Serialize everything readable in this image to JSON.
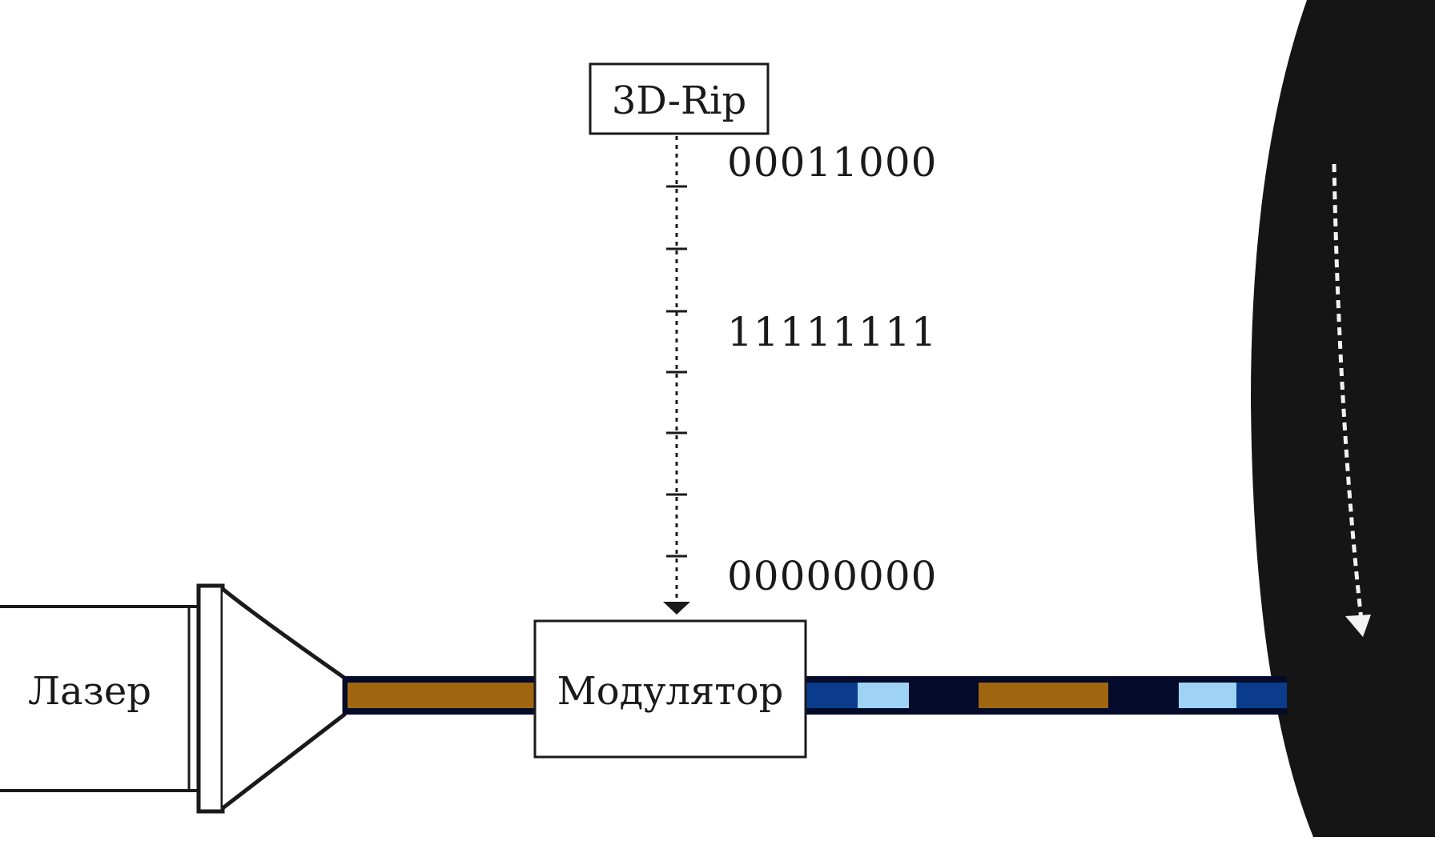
{
  "diagram": {
    "rip_label": "3D-Rip",
    "codes": [
      "00011000",
      "11111111",
      "00000000"
    ],
    "modulator_label": "Модулятор",
    "laser_label": "Лазер",
    "colors": {
      "beam_unmodulated": "#a0660f",
      "beam_dark": "#030a2a",
      "beam_blue": "#0b3c8c",
      "beam_light_blue": "#9fd3f5",
      "drum": "#151515",
      "outline": "#1a1a1a"
    },
    "icons": {
      "drum_rotation": "curved-dashed-arrow-down-icon",
      "signal_flow": "dashed-arrow-down-icon"
    }
  }
}
